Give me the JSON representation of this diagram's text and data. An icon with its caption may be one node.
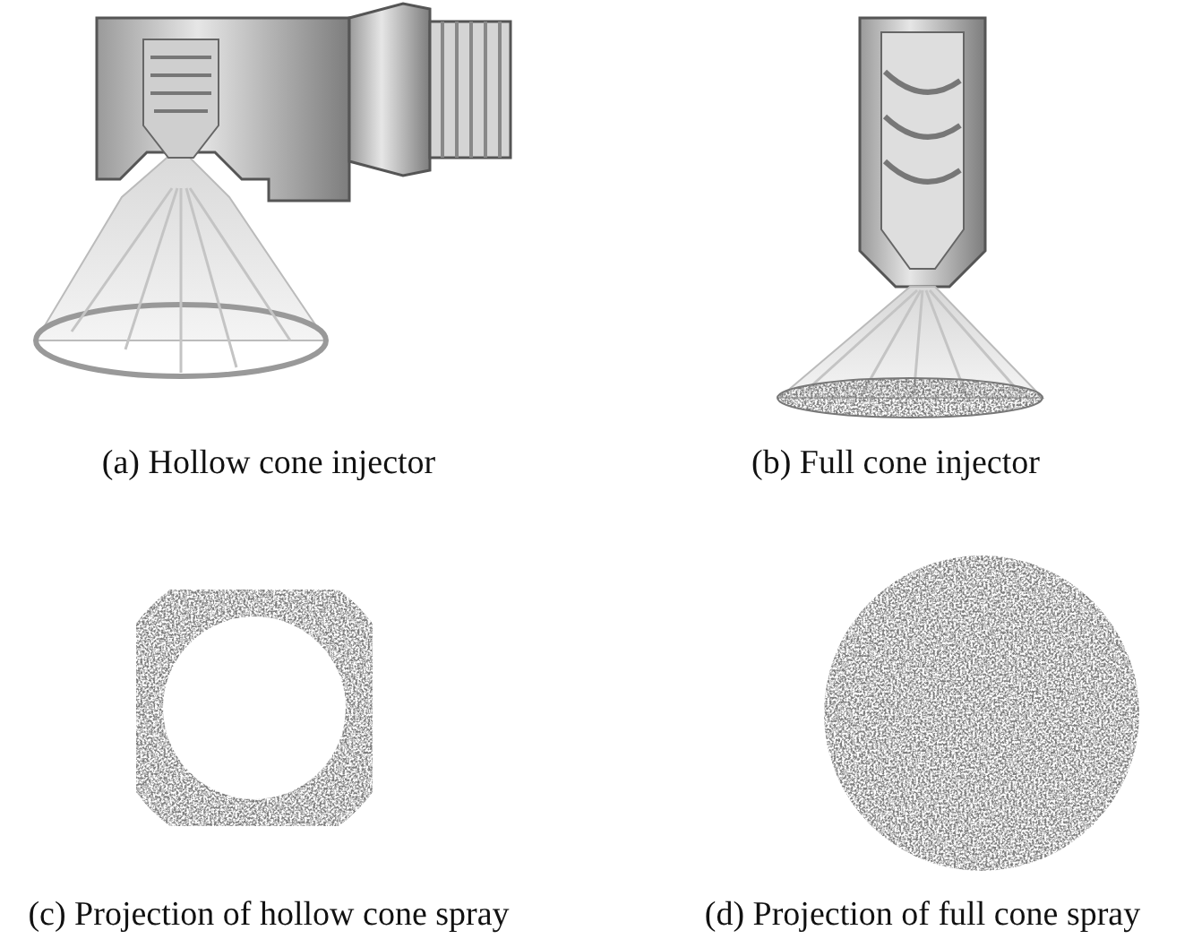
{
  "diagram": {
    "labels": [
      "(a) Hollow cone injector",
      "(b) Full cone injector",
      "(c) Projection of hollow cone spray",
      "(d) Projection of full cone spray"
    ]
  }
}
